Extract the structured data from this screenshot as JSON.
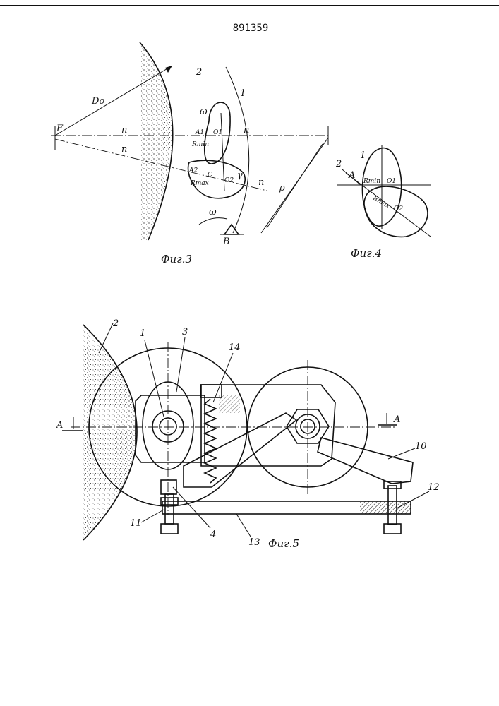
{
  "patent_number": "891359",
  "fig3": {
    "caption": "Фиг.3",
    "label_wheel": "2",
    "label_cam": "1",
    "label_Do": "Do",
    "label_F": "F",
    "label_n": "n",
    "label_omega": "ω",
    "label_A1": "A1",
    "label_O1": "O1",
    "label_A2": "A2",
    "label_O2": "O2",
    "label_C": "C",
    "label_Rmin": "Rmin",
    "label_Rmax": "Rmax",
    "label_gamma": "γ",
    "label_rho": "ρ",
    "label_B": "B"
  },
  "fig4": {
    "caption": "Фиг.4",
    "label_cam": "1",
    "label_wheel": "2",
    "label_A": "A",
    "label_Rmin": "Rmin",
    "label_O1": "O1",
    "label_Rmax": "Rmax",
    "label_O2": "O2"
  },
  "fig5": {
    "caption": "Фиг.5",
    "section_label": "A",
    "callouts": {
      "c1": "1",
      "c2": "2",
      "c3": "3",
      "c4": "4",
      "c10": "10",
      "c11": "11",
      "c12": "12",
      "c13": "13",
      "c14": "14"
    }
  },
  "colors": {
    "ink": "#111111",
    "paper": "#ffffff"
  }
}
